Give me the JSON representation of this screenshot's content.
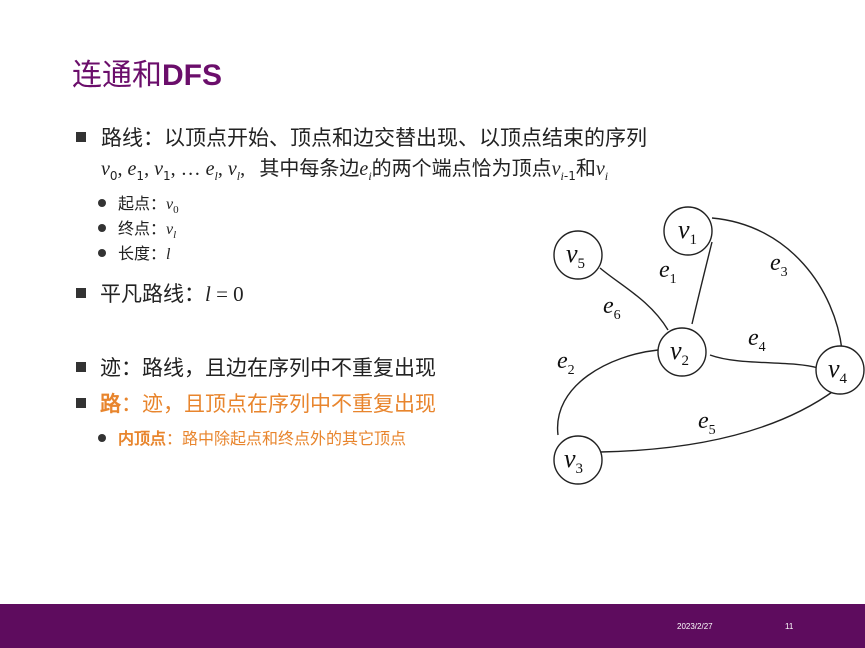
{
  "title": {
    "cjk": "连通和",
    "latin": "DFS"
  },
  "bullets": {
    "route_label": "路线：以顶点开始、顶点和边交替出现、以顶点结束的序列",
    "route_seq": "v0, e1, v1, … el, vl,",
    "route_tail": "其中每条边ei的两个端点恰为顶点vi-1和vi",
    "start": "起点：v0",
    "end": "终点：vl",
    "length": "长度：l",
    "trivial": "平凡路线：l = 0",
    "trail": "迹：路线，且边在序列中不重复出现",
    "path_word": "路",
    "path_rest": "：迹，且顶点在序列中不重复出现",
    "inner_word": "内顶点",
    "inner_rest": "：路中除起点和终点外的其它顶点"
  },
  "graph": {
    "vertices": [
      "v1",
      "v2",
      "v3",
      "v4",
      "v5"
    ],
    "edges": [
      {
        "name": "e1",
        "from": "v1",
        "to": "v2"
      },
      {
        "name": "e2",
        "from": "v2",
        "to": "v3"
      },
      {
        "name": "e3",
        "from": "v1",
        "to": "v4"
      },
      {
        "name": "e4",
        "from": "v2",
        "to": "v4"
      },
      {
        "name": "e5",
        "from": "v3",
        "to": "v4"
      },
      {
        "name": "e6",
        "from": "v5",
        "to": "v2"
      }
    ]
  },
  "footer": {
    "date": "2023/2/27",
    "page": "11"
  },
  "colors": {
    "title": "#6b0e6b",
    "accent": "#e8852d",
    "footer": "#5e0c5e"
  }
}
